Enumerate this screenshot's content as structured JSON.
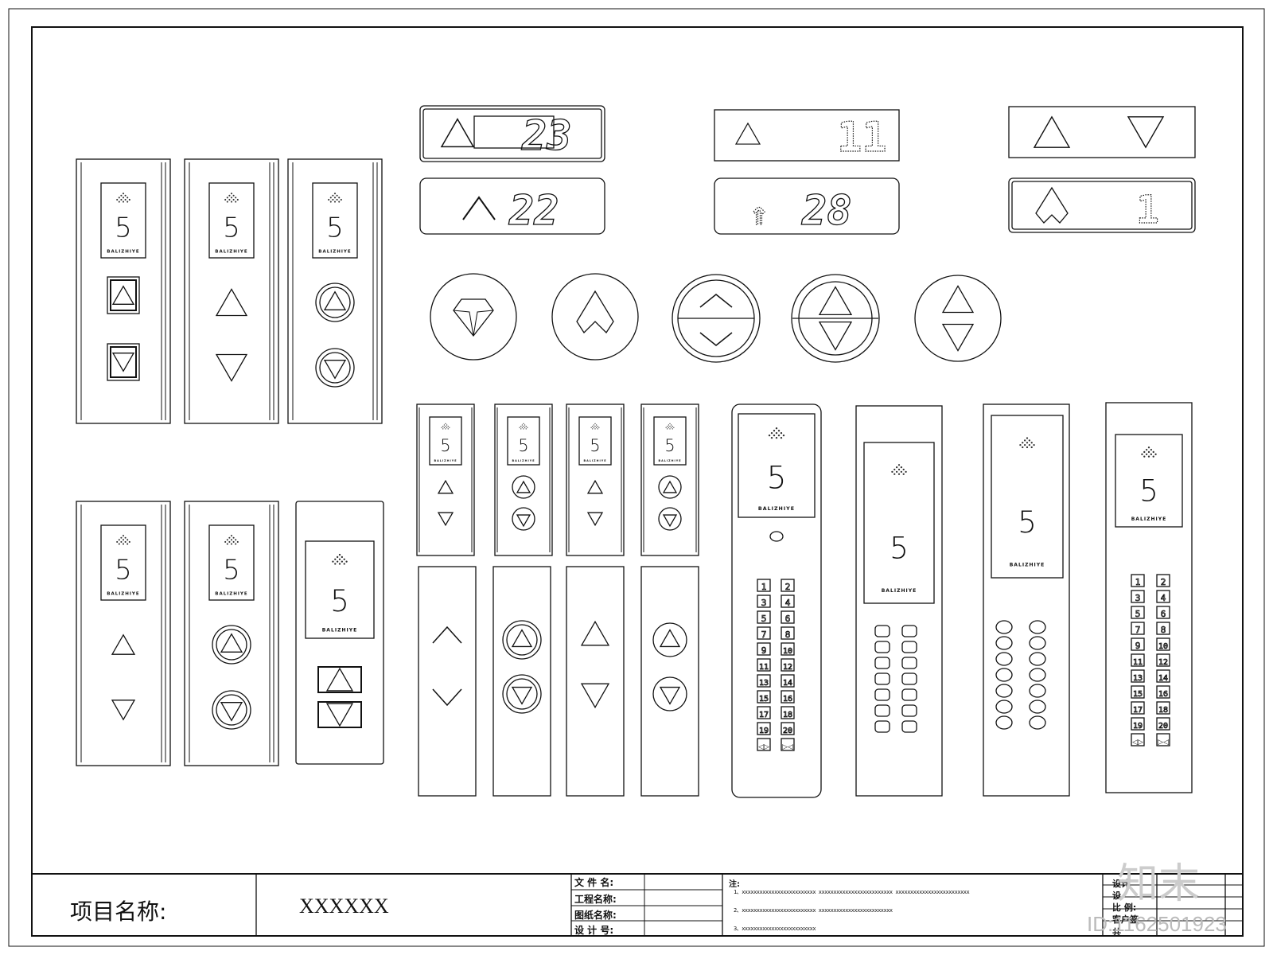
{
  "sheet": {
    "panel_brand": "BALIZHIYE",
    "floor_digit": "5",
    "displays": [
      "23",
      "11",
      "22",
      "28",
      "1"
    ],
    "keypad_labels": [
      "1",
      "2",
      "3",
      "4",
      "5",
      "6",
      "7",
      "8",
      "9",
      "10",
      "11",
      "12",
      "13",
      "14",
      "15",
      "16",
      "17",
      "18",
      "19",
      "20"
    ]
  },
  "title_block": {
    "project_label": "项目名称:",
    "project_value": "XXXXXX",
    "file_name_label": "文 件 名:",
    "project_name_label": "工程名称:",
    "drawing_name_label": "图纸名称:",
    "design_no_label": "设 计 号:",
    "notes_label": "注:",
    "note_1": "1、xxxxxxxxxxxxxxxxxxxxxxxxx    xxxxxxxxxxxxxxxxxxxxxxxxx    xxxxxxxxxxxxxxxxxxxxxxxxx",
    "note_2": "2、xxxxxxxxxxxxxxxxxxxxxxxxx    xxxxxxxxxxxxxxxxxxxxxxxxx",
    "note_3": "3、xxxxxxxxxxxxxxxxxxxxxxxxx",
    "design_label": "设计",
    "design2_label": "设",
    "scale_label": "比  例:",
    "client_label": "客户签",
    "total_label": "共",
    "watermark_id": "ID:1162501923",
    "watermark_logo": "知末"
  }
}
